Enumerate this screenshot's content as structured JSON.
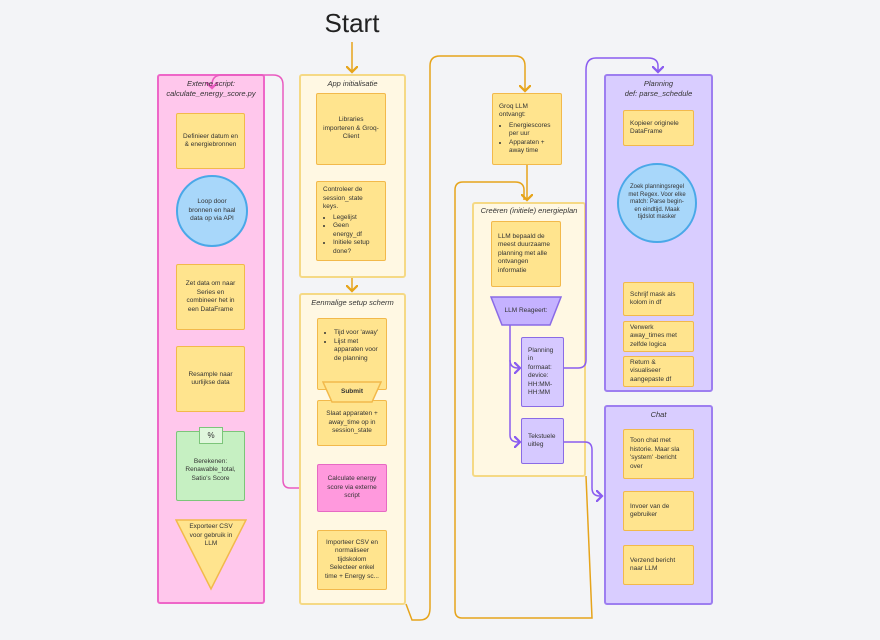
{
  "title": "Start",
  "columns": {
    "external": {
      "title1": "Externe script:",
      "title2": "calculate_energy_score.py"
    },
    "app_init": {
      "title": "App initialisatie"
    },
    "setup": {
      "title": "Eenmalige setup scherm"
    },
    "plan": {
      "title": "Creëren (initiele) energieplan"
    },
    "planning": {
      "title1": "Planning",
      "title2": "def: parse_schedule"
    },
    "chat": {
      "title": "Chat"
    }
  },
  "external": {
    "define": "Definieer datum en & energiebronnen",
    "loop": "Loop door bronnen en haal data op via API",
    "series": "Zet data om naar Series en combineer het in een DataFrame",
    "resample": "Resample naar uurlijkse data",
    "calc_badge": "%",
    "calc_title": "Berekenen:",
    "calc_body": "Renawable_total, Satio's Score",
    "export": "Exporteer CSV voor gebruik in LLM"
  },
  "app_init": {
    "libs": "Libraries importeren & Groq-Client",
    "check_title": "Controleer de session_state keys.",
    "check_items": [
      "Legelijst",
      "Geen energy_df",
      "Initiele setup done?"
    ]
  },
  "setup": {
    "items": [
      "Tijd voor 'away'",
      "Lijst met apparaten voor de planning"
    ],
    "submit": "Submit",
    "store": "Slaat apparaten + away_time op in session_state",
    "calculate": "Calculate energy score via externe script",
    "import": "Importeer CSV en normaliseer tijdskolom Selecteer enkel time + Energy sc..."
  },
  "groq": {
    "title": "Groq LLM ontvangt:",
    "items": [
      "Energiescores per uur",
      "Apparaten + away time"
    ]
  },
  "plan": {
    "llm_determines": "LLM bepaald de meest duurzaame planning met alle ontvangen informatie",
    "reacts": "LLM Reageert:",
    "format": "Planning in formaat: device: HH:MM-HH:MM",
    "text": "Tekstuele uitleg"
  },
  "planning": {
    "copy": "Kopieer originele DataFrame",
    "regex": "Zoek planningsregel met Regex. Voor elke match: Parse begin- en eindtijd. Maak tijdslot masker",
    "mask": "Schrijf mask als kolom in df",
    "away": "Verwerk away_times met zelfde logica",
    "return": "Return & visualiseer aangepaste df"
  },
  "chat": {
    "history": "Toon chat met historie. Maar sla 'system' -bericht over",
    "input": "Invoer van de gebruiker",
    "send": "Verzend bericht naar LLM"
  },
  "colors": {
    "pink": "#ffc7ec",
    "pink_border": "#ee66c8",
    "yellow": "#fff8e3",
    "yellow_border": "#f5d985",
    "purple": "#d9cdff",
    "purple_border": "#9d7ef0",
    "sticky": "#ffe48e",
    "arrow_orange": "#e6a41b",
    "arrow_purple": "#8a5cf0",
    "arrow_pink": "#e95bc0"
  }
}
